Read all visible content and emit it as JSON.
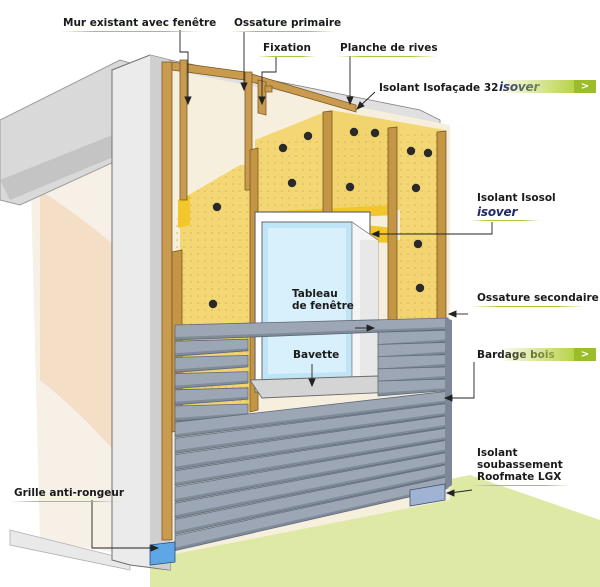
{
  "labels": {
    "mur_existant": "Mur existant avec fenêtre",
    "ossature_primaire": "Ossature primaire",
    "fixation": "Fixation",
    "planche_de_rives": "Planche de rives",
    "isolant_isofacade": "Isolant Isofaçade 32",
    "isolant_isosol": "Isolant Isosol",
    "ossature_secondaire": "Ossature secondaire",
    "tableau_de_fenetre_line1": "Tableau",
    "tableau_de_fenetre_line2": "de fenêtre",
    "bavette": "Bavette",
    "bardage_bois": "Bardage bois",
    "isolant_soubassement_line1": "Isolant",
    "isolant_soubassement_line2": "soubassement",
    "isolant_soubassement_line3": "Roofmate LGX",
    "grille_anti_rongeur": "Grille anti-rongeur"
  },
  "brand": {
    "logo_text": "isover"
  },
  "buttons": {
    "arrow_glyph": ">"
  },
  "colors": {
    "insulation": "#f3d775",
    "wood": "#c99b4f",
    "siding": "#9ca6b4",
    "siding_dark": "#5f6a7a",
    "wall": "#ececec",
    "accent": "#a6c83a",
    "brand": "#202a6a"
  }
}
